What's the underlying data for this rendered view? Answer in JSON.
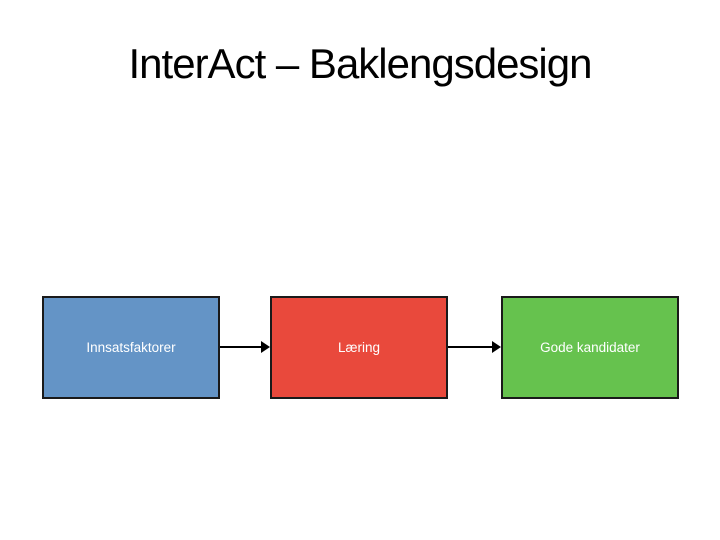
{
  "slide": {
    "title": "InterAct – Baklengsdesign",
    "title_color": "#000000",
    "background": "#ffffff"
  },
  "diagram": {
    "type": "flow",
    "direction": "left-to-right",
    "nodes": [
      {
        "id": "innsatsfaktorer",
        "label": "Innsatsfaktorer",
        "fill": "#6494C6",
        "text_color": "#ffffff",
        "border_color": "#1a1a1a"
      },
      {
        "id": "laering",
        "label": "Læring",
        "fill": "#E9493C",
        "text_color": "#ffffff",
        "border_color": "#1a1a1a"
      },
      {
        "id": "gode-kandidater",
        "label": "Gode kandidater",
        "fill": "#66C24E",
        "text_color": "#ffffff",
        "border_color": "#1a1a1a"
      }
    ],
    "connectors": [
      {
        "from": "innsatsfaktorer",
        "to": "laering",
        "style": "arrow-right",
        "color": "#000000"
      },
      {
        "from": "laering",
        "to": "gode-kandidater",
        "style": "arrow-right",
        "color": "#000000"
      }
    ]
  }
}
